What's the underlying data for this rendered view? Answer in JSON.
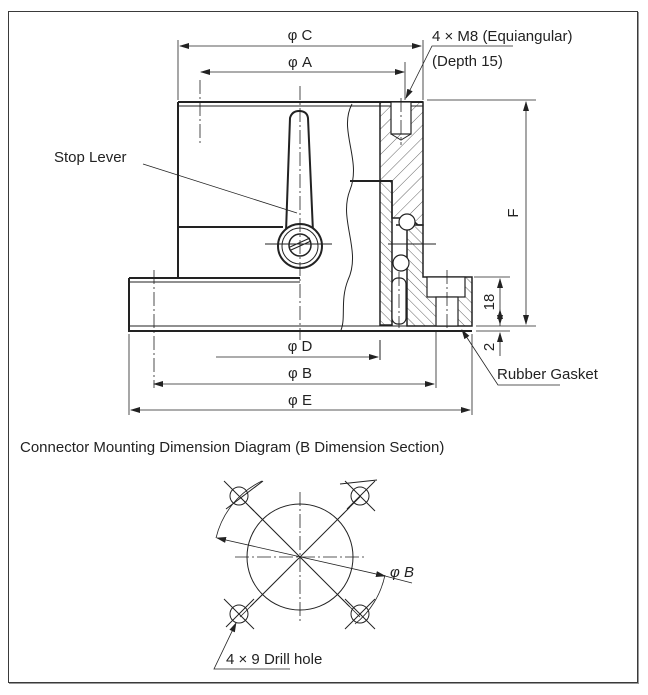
{
  "section_view": {
    "labels": {
      "phi_c": "φ C",
      "phi_a": "φ A",
      "phi_d": "φ D",
      "phi_b": "φ B",
      "phi_e": "φ E",
      "dim_f": "F",
      "dim_18": "18",
      "dim_2": "2",
      "tap_spec": "4 × M8 (Equiangular)",
      "tap_depth": "(Depth 15)",
      "stop_lever": "Stop Lever",
      "rubber_gasket": "Rubber Gasket"
    }
  },
  "mounting_view": {
    "title": "Connector Mounting Dimension Diagram (B Dimension Section)",
    "phi_b": "φ B",
    "drill_hole": "4 × 9 Drill hole"
  }
}
